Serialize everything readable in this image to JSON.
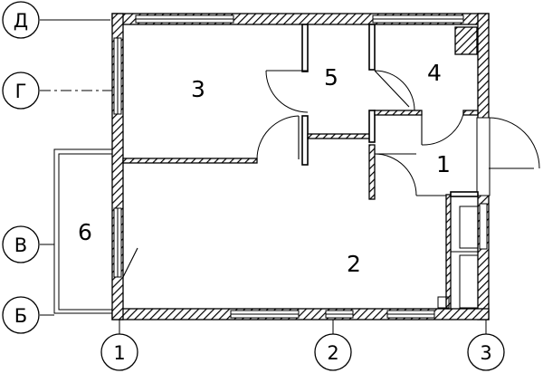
{
  "rooms": [
    {
      "num": "1"
    },
    {
      "num": "2"
    },
    {
      "num": "3"
    },
    {
      "num": "4"
    },
    {
      "num": "5"
    },
    {
      "num": "6"
    }
  ],
  "axes": {
    "letters": [
      "Д",
      "Г",
      "В",
      "Б"
    ],
    "numbers": [
      "1",
      "2",
      "3"
    ]
  },
  "colors": {
    "line": "#000000",
    "background": "#ffffff"
  }
}
